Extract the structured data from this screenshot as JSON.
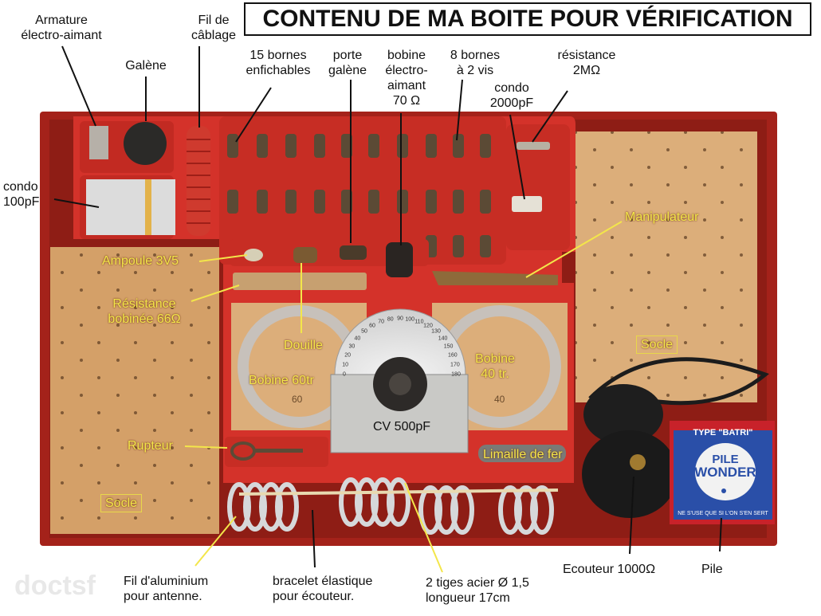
{
  "title": "CONTENU DE MA BOITE POUR VÉRIFICATION",
  "watermark": "doctsf",
  "labels_black": {
    "armature": [
      "Armature",
      "électro-aimant"
    ],
    "galene": "Galène",
    "fil_cablage": [
      "Fil de",
      "câblage"
    ],
    "bornes_15": [
      "15 bornes",
      "enfichables"
    ],
    "porte_galene": [
      "porte",
      "galène"
    ],
    "bobine_electro": [
      "bobine",
      "électro-",
      "aimant",
      "70 Ω"
    ],
    "bornes_8": [
      "8 bornes",
      "à 2 vis"
    ],
    "condo_2000": [
      "condo",
      "2000pF"
    ],
    "resistance_2m": [
      "résistance",
      "2MΩ"
    ],
    "condo_100": [
      "condo",
      "100pF"
    ],
    "fil_alu": [
      "Fil d'aluminium",
      "pour antenne."
    ],
    "bracelet": [
      "bracelet élastique",
      "pour écouteur."
    ],
    "tiges": [
      "2 tiges acier Ø 1,5",
      "longueur 17cm"
    ],
    "ecouteur": "Ecouteur 1000Ω",
    "pile": "Pile"
  },
  "labels_yellow": {
    "ampoule": "Ampoule 3V5",
    "resistance_bob": [
      "Résistance",
      "bobinée  66Ω"
    ],
    "douille": "Douille",
    "bobine_60": "Bobine 60tr",
    "bobine_40": [
      "Bobine",
      "40 tr."
    ],
    "cv": "CV 500pF",
    "rupteur": "Rupteur",
    "limaille": "Limaille de fer",
    "manipulateur": "Manipulateur",
    "socle_right": "Socle",
    "socle_left": "Socle"
  },
  "battery": {
    "type_text": "TYPE \"BATRI\"",
    "brand_1": "PILE",
    "brand_2": "WONDER",
    "slogan": "NE S'USE QUE SI L'ON S'EN SERT"
  },
  "dial": {
    "numbers": [
      "0",
      "10",
      "20",
      "30",
      "40",
      "50",
      "60",
      "70",
      "80",
      "90",
      "100",
      "110",
      "120",
      "130",
      "140",
      "150",
      "160",
      "170",
      "180"
    ]
  },
  "coil_marks": {
    "left": "60",
    "right": "40"
  },
  "colors": {
    "box_red": "#b8261c",
    "tray_red": "#d9352a",
    "wood": "#d9a872",
    "label_yellow": "#f3e64a"
  }
}
